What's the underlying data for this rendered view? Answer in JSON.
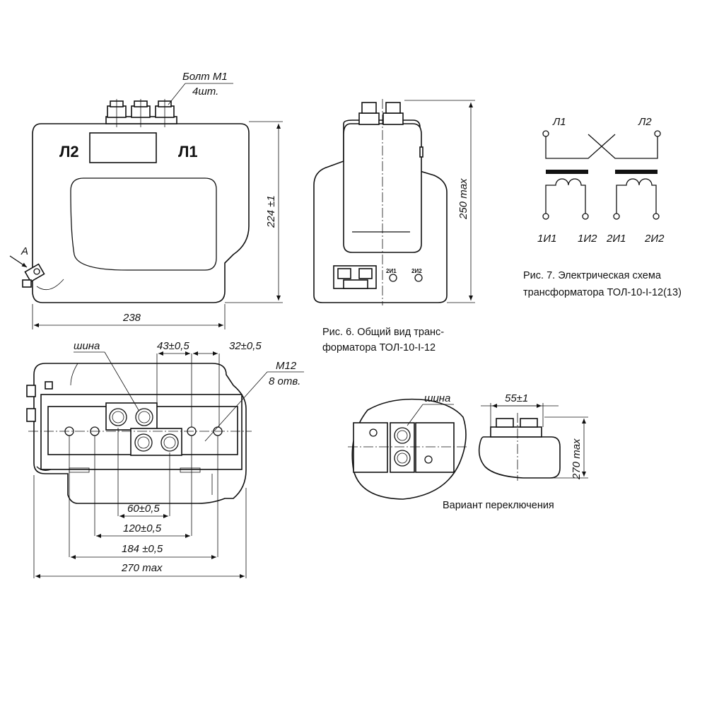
{
  "front_view": {
    "terminal_left": "Л2",
    "terminal_right": "Л1",
    "bolt_label": "Болт М1",
    "bolt_count": "4шт.",
    "view_arrow": "А",
    "dim_height": "224 ±1",
    "dim_width": "238"
  },
  "side_view": {
    "dim_height": "250 max",
    "sec_terminal_1": "2И1",
    "sec_terminal_2": "2И2"
  },
  "figure6_caption": {
    "line1": "Рис. 6. Общий вид транс-",
    "line2": "форматора ТОЛ-10-I-12"
  },
  "schematic": {
    "primary_1": "Л1",
    "primary_2": "Л2",
    "secondary": [
      "1И1",
      "1И2",
      "2И1",
      "2И2"
    ]
  },
  "figure7_caption": {
    "line1": "Рис. 7. Электрическая схема",
    "line2": "трансформатора ТОЛ-10-I-12(13)"
  },
  "top_view": {
    "bus_label": "шина",
    "dim_43": "43±0,5",
    "dim_32": "32±0,5",
    "thread_label": "М12",
    "holes_label": "8 отв.",
    "dim_60": "60±0,5",
    "dim_120": "120±0,5",
    "dim_184": "184 ±0,5",
    "dim_270": "270 max"
  },
  "switch_variant": {
    "bus_label": "шина",
    "dim_55": "55±1",
    "dim_270": "270 max",
    "caption": "Вариант переключения"
  }
}
